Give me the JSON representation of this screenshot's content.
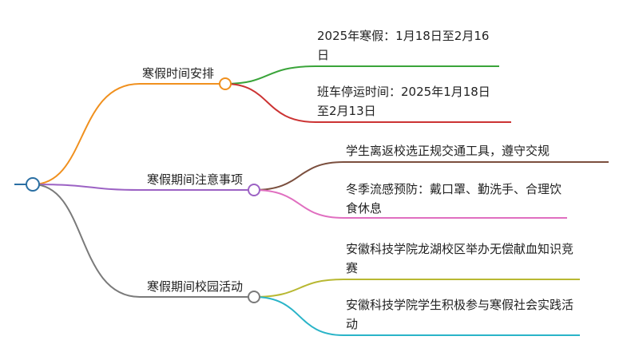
{
  "mindmap": {
    "root": {
      "label": "",
      "color": "#2a6fa3"
    },
    "branches": [
      {
        "label": "寒假时间安排",
        "color": "#f0901e",
        "children": [
          {
            "label": "2025年寒假：1月18日至2月16日",
            "color": "#3aa43a"
          },
          {
            "label": "班车停运时间：2025年1月18日至2月13日",
            "color": "#cc3333"
          }
        ]
      },
      {
        "label": "寒假期间注意事项",
        "color": "#9c62c4",
        "children": [
          {
            "label": "学生离返校选正规交通工具，遵守交规",
            "color": "#7b4f3e"
          },
          {
            "label": "冬季流感预防：戴口罩、勤洗手、合理饮食休息",
            "color": "#e06fc0"
          }
        ]
      },
      {
        "label": "寒假期间校园活动",
        "color": "#7a7a7a",
        "children": [
          {
            "label": "安徽科技学院龙湖校区举办无偿献血知识竞赛",
            "color": "#b8b832"
          },
          {
            "label": "安徽科技学院学生积极参与寒假社会实践活动",
            "color": "#2ab4c8"
          }
        ]
      }
    ]
  }
}
